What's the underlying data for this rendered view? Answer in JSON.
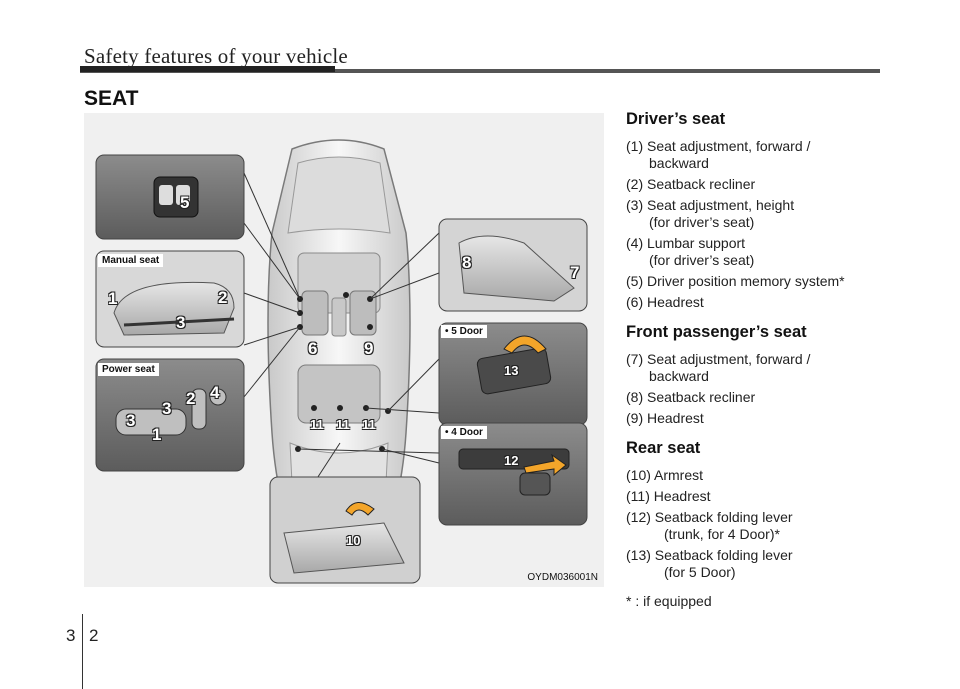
{
  "header": {
    "title": "Safety features of your vehicle"
  },
  "section": {
    "heading": "SEAT"
  },
  "figure": {
    "code": "OYDM036001N",
    "inset_labels": {
      "manual_seat": "Manual seat",
      "power_seat": "Power seat",
      "five_door": "• 5 Door",
      "four_door": "• 4 Door"
    },
    "callouts": {
      "c1": "1",
      "c2": "2",
      "c3": "3",
      "c4": "4",
      "c5": "5",
      "c6": "6",
      "c7": "7",
      "c8": "8",
      "c9": "9",
      "c10": "10",
      "c11": "11",
      "c12": "12",
      "c13": "13"
    }
  },
  "drivers_seat": {
    "title": "Driver’s seat",
    "items": [
      {
        "line1": "(1) Seat adjustment, forward /",
        "line2": "backward"
      },
      {
        "line1": "(2) Seatback recliner"
      },
      {
        "line1": "(3) Seat adjustment, height",
        "line2": "(for driver’s seat)"
      },
      {
        "line1": "(4) Lumbar support",
        "line2": "(for driver’s seat)"
      },
      {
        "line1": "(5) Driver position memory system*"
      },
      {
        "line1": "(6) Headrest"
      }
    ]
  },
  "front_passenger_seat": {
    "title": "Front passenger’s seat",
    "items": [
      {
        "line1": "(7) Seat adjustment, forward /",
        "line2": "backward"
      },
      {
        "line1": "(8) Seatback recliner"
      },
      {
        "line1": "(9) Headrest"
      }
    ]
  },
  "rear_seat": {
    "title": "Rear seat",
    "items": [
      {
        "line1": "(10) Armrest"
      },
      {
        "line1": "(11) Headrest"
      },
      {
        "line1": "(12) Seatback folding lever",
        "line2": "(trunk, for 4 Door)*"
      },
      {
        "line1": "(13) Seatback folding lever",
        "line2": "(for 5 Door)"
      }
    ]
  },
  "footnote": "* : if equipped",
  "page": {
    "chapter": "3",
    "number": "2"
  }
}
